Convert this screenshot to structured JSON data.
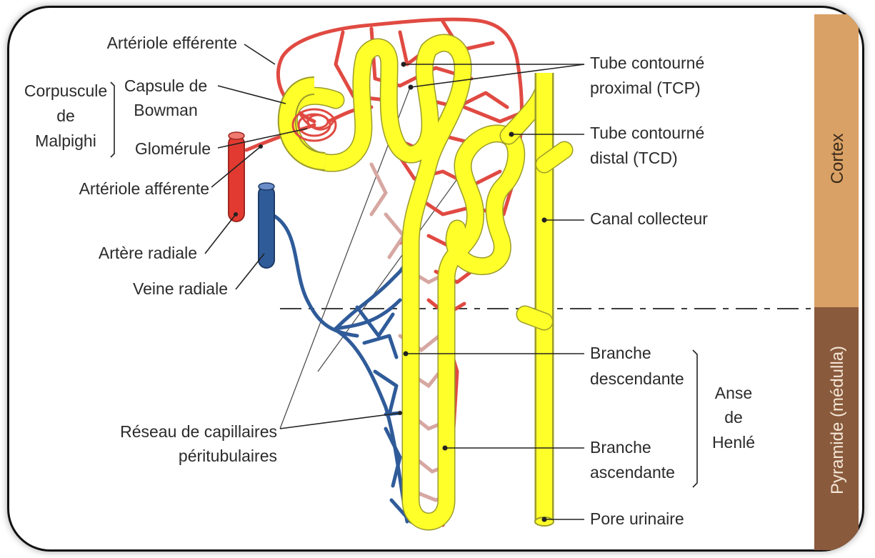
{
  "labels": {
    "arteriole_efferente": "Artériole efférente",
    "corpuscule_l1": "Corpuscule",
    "corpuscule_l2": "de",
    "corpuscule_l3": "Malpighi",
    "capsule_l1": "Capsule de",
    "capsule_l2": "Bowman",
    "glomerule": "Glomérule",
    "arteriole_afferente": "Artériole afférente",
    "artere_radiale": "Artère radiale",
    "veine_radiale": "Veine radiale",
    "reseau_l1": "Réseau de capillaires",
    "reseau_l2": "péritubulaires",
    "tcp_l1": "Tube contourné",
    "tcp_l2": "proximal (TCP)",
    "tcd_l1": "Tube contourné",
    "tcd_l2": "distal (TCD)",
    "canal": "Canal collecteur",
    "branche_desc_l1": "Branche",
    "branche_desc_l2": "descendante",
    "branche_asc_l1": "Branche",
    "branche_asc_l2": "ascendante",
    "anse_l1": "Anse",
    "anse_l2": "de",
    "anse_l3": "Henlé",
    "pore": "Pore urinaire"
  },
  "zones": {
    "cortex": "Cortex",
    "pyramide": "Pyramide (médulla)"
  },
  "colors": {
    "arterial": "#e04a42",
    "venous": "#2f5b99",
    "tubule": "#ffff2a",
    "cortex_bar": "#d9a165",
    "medulla_bar": "#8a5a3c"
  }
}
